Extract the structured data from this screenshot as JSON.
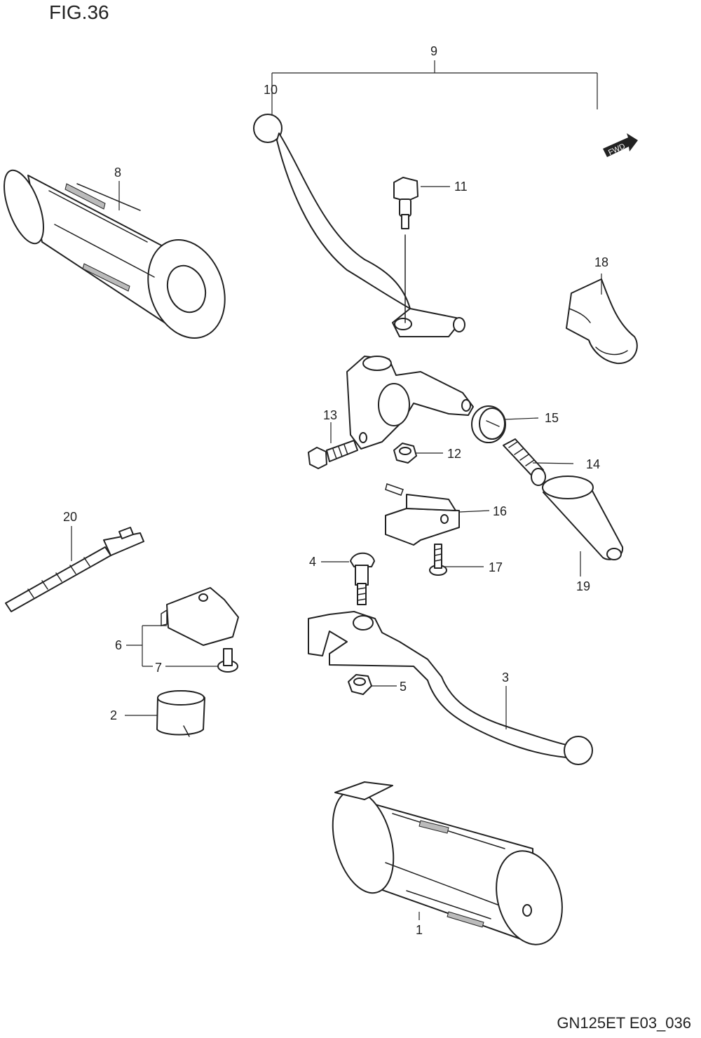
{
  "figure_title": "FIG.36",
  "drawing_code": "GN125ET E03_036",
  "fwd_label": "FWD",
  "callouts": [
    "1",
    "2",
    "3",
    "4",
    "5",
    "6",
    "7",
    "8",
    "9",
    "10",
    "11",
    "12",
    "13",
    "14",
    "15",
    "16",
    "17",
    "18",
    "19",
    "20"
  ]
}
